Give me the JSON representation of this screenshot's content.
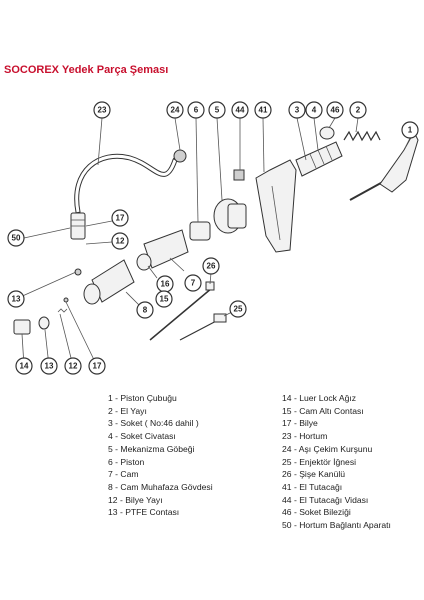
{
  "title": "SOCOREX Yedek Parça Şeması",
  "callouts": [
    "23",
    "24",
    "6",
    "44",
    "41",
    "3",
    "4",
    "46",
    "2",
    "1",
    "5",
    "17",
    "50",
    "12",
    "16",
    "15",
    "7",
    "26",
    "13",
    "8",
    "25",
    "14",
    "13",
    "12",
    "17"
  ],
  "legend_left": [
    "1 - Piston Çubuğu",
    "2 - El Yayı",
    "3 - Soket ( No:46 dahil )",
    "4 - Soket Civatası",
    "5 - Mekanizma Göbeği",
    "6 - Piston",
    "7 - Cam",
    "8 - Cam Muhafaza Gövdesi",
    "12 - Bilye Yayı",
    "13 - PTFE Contası"
  ],
  "legend_right": [
    "14 - Luer Lock Ağız",
    "15 - Cam Altı Contası",
    "17 - Bilye",
    "23 - Hortum",
    "24 - Aşı Çekim Kurşunu",
    "25 - Enjektör İğnesi",
    "26 - Şişe Kanülü",
    "41 - El Tutacağı",
    "44 - El Tutacağı Vidası",
    "46 - Soket Bileziği",
    "50 - Hortum Bağlantı Aparatı"
  ]
}
